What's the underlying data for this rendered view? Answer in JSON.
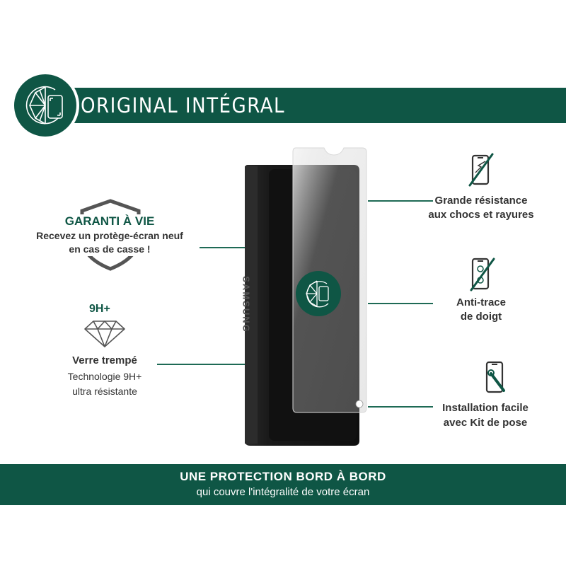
{
  "header": {
    "title": "ORIGINAL INTÉGRAL"
  },
  "guarantee": {
    "title": "GARANTI À VIE",
    "line1": "Recevez un protège-écran neuf",
    "line2": "en cas de casse !"
  },
  "hardness": {
    "badge": "9H+",
    "title": "Verre trempé",
    "line1": "Technologie 9H+",
    "line2": "ultra résistante"
  },
  "features": [
    {
      "line1": "Grande résistance",
      "line2": "aux chocs et rayures",
      "icon": "cracked-phone-icon"
    },
    {
      "line1": "Anti-trace",
      "line2": "de doigt",
      "icon": "fingerprint-phone-icon"
    },
    {
      "line1": "Installation facile",
      "line2": "avec Kit de pose",
      "icon": "phone-tool-icon"
    }
  ],
  "phone": {
    "brand": "SAMSUNG"
  },
  "footer": {
    "title": "UNE PROTECTION BORD À BORD",
    "subtitle": "qui couvre l'intégralité de votre écran"
  },
  "colors": {
    "brand_green": "#0f5645",
    "text": "#333333"
  }
}
